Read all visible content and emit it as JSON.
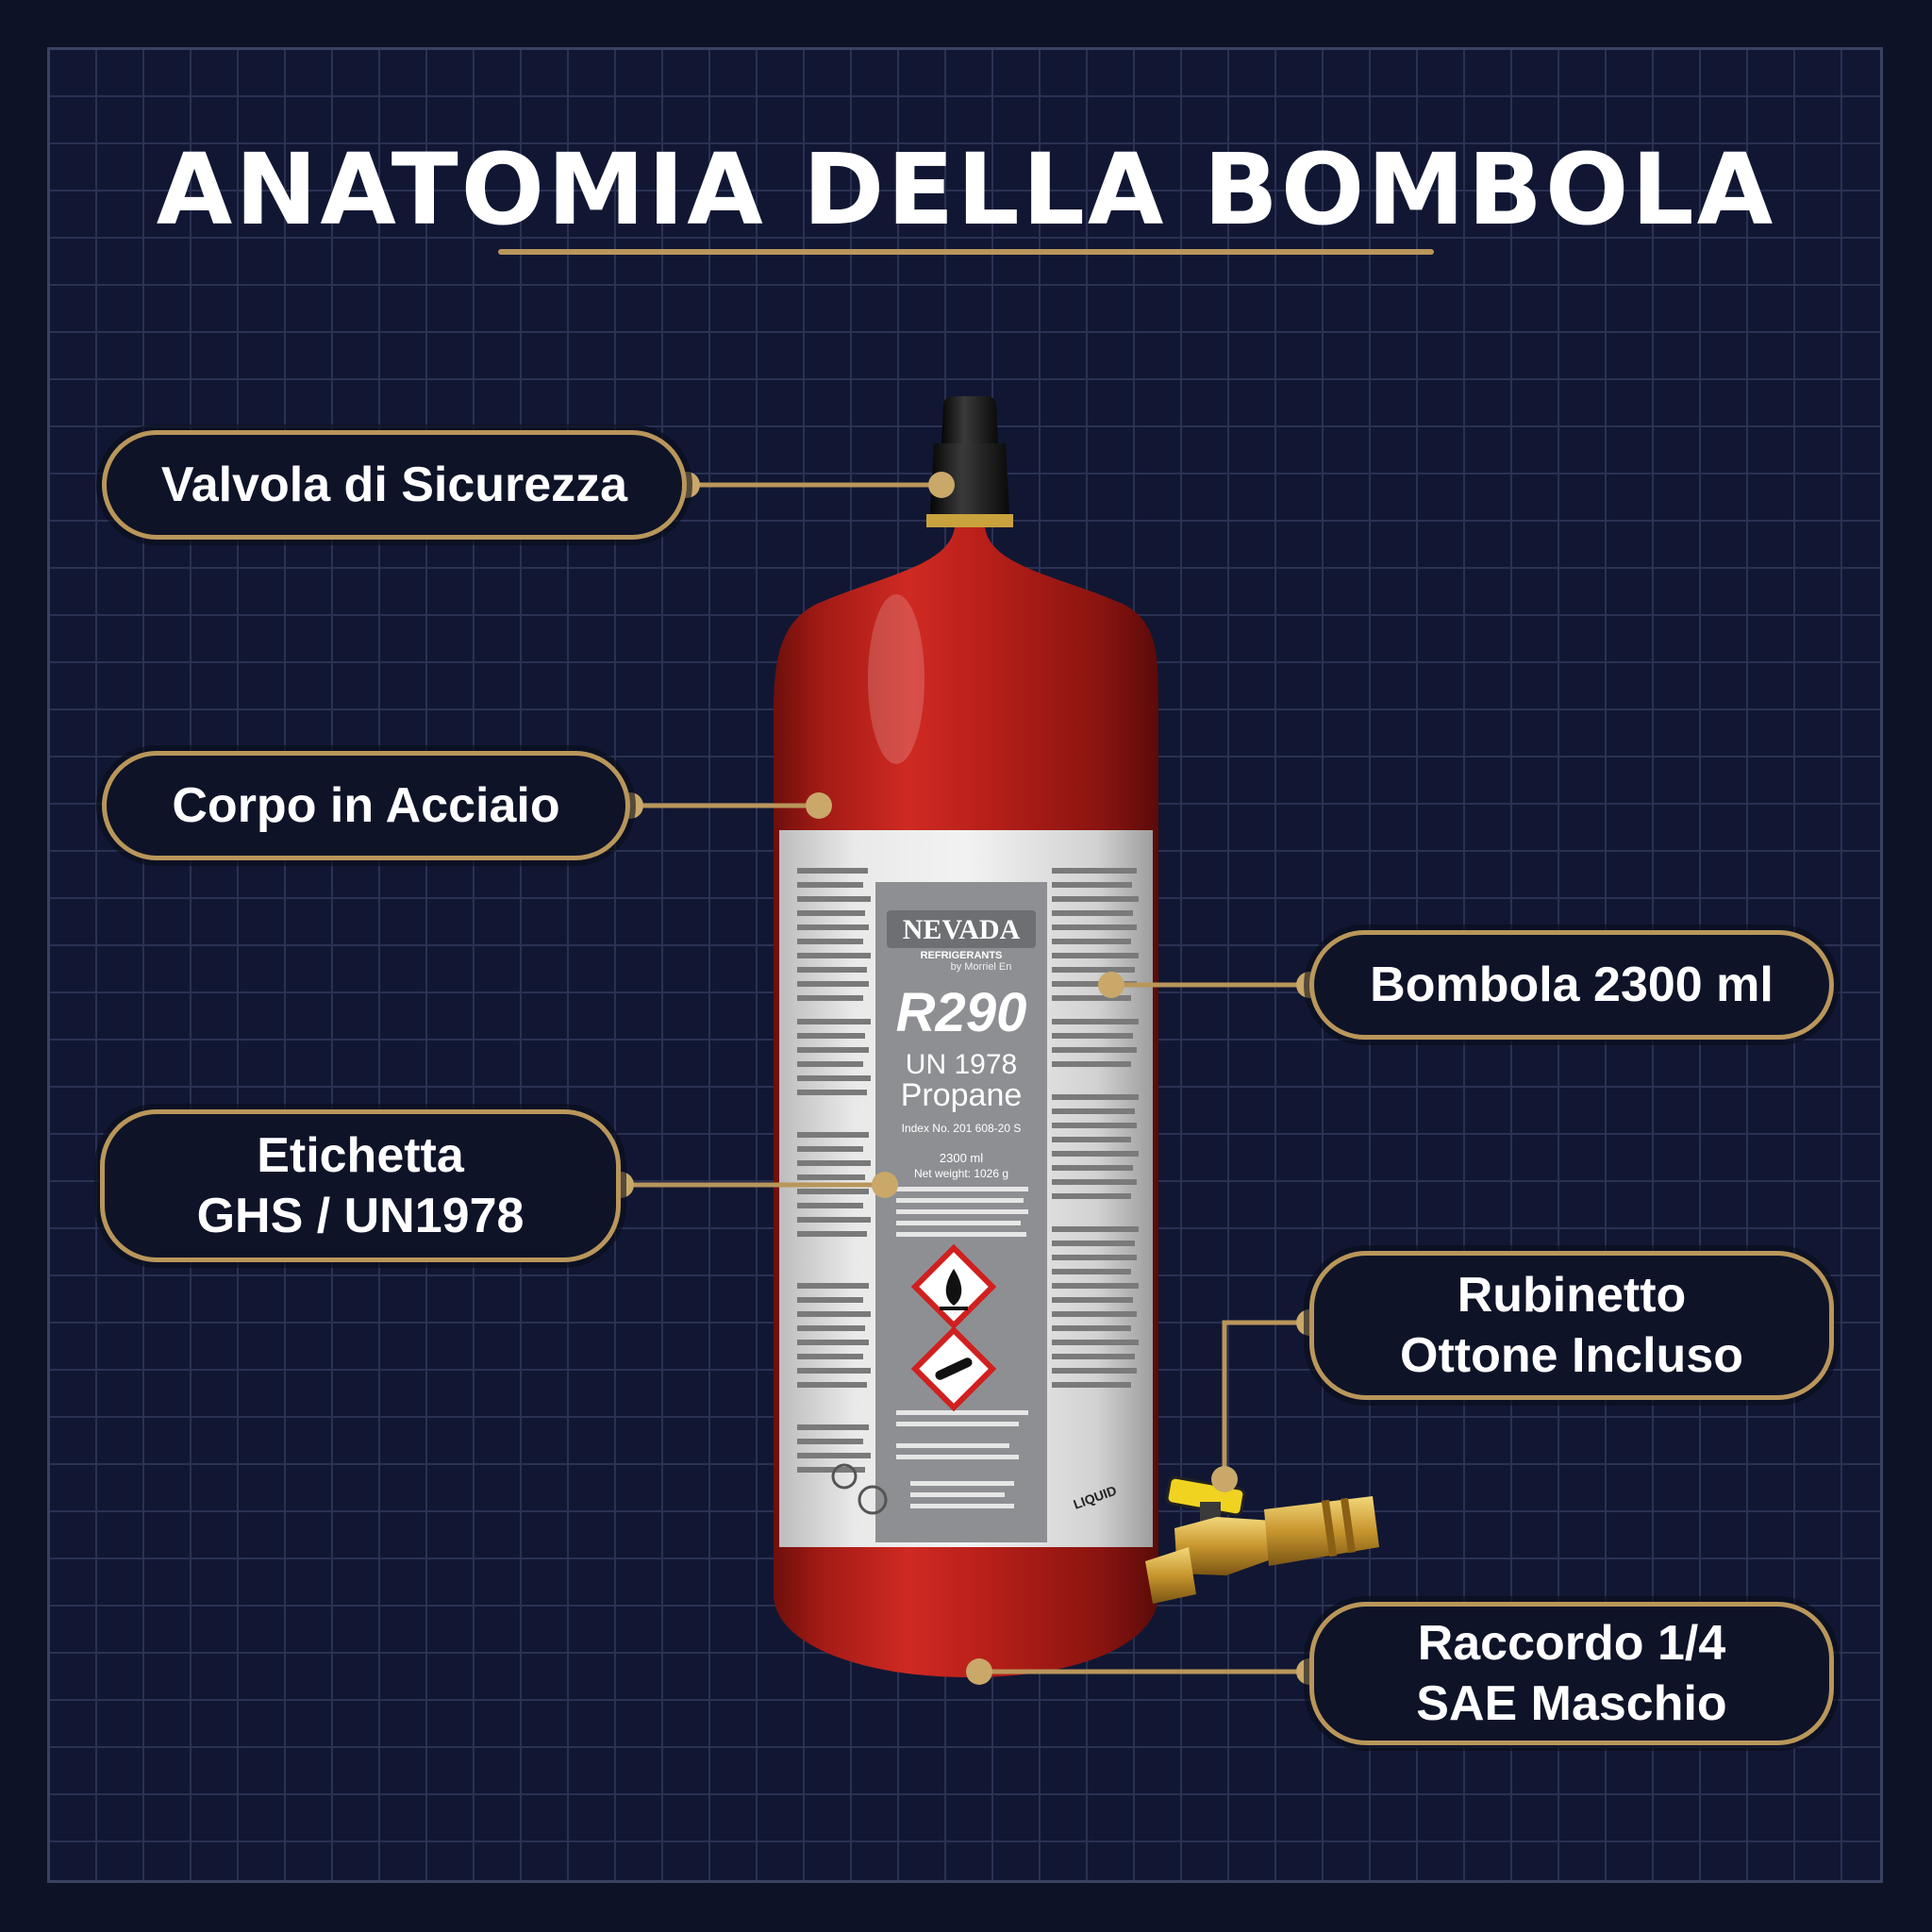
{
  "title": "ANATOMIA DELLA BOMBOLA",
  "callouts": {
    "valve": "Valvola di Sicurezza",
    "body": "Corpo in Acciaio",
    "label": "Etichetta\nGHS / UN1978",
    "capacity": "Bombola 2300 ml",
    "tap": "Rubinetto\nOttone Incluso",
    "fitting": "Raccordo 1/4\nSAE Maschio"
  },
  "cylinder_label": {
    "brand": "NEVADA",
    "brand_sub": "REFRIGERANTS",
    "brand_by": "by Morriel En",
    "gas": "R290",
    "un": "UN 1978",
    "name": "Propane",
    "index": "Index No. 201 608-20 S",
    "volume": "2300 ml",
    "weight": "Net weight: 1026 g",
    "liquid": "LIQUID"
  },
  "colors": {
    "background": "#0d1226",
    "grid": "#2a3152",
    "accent_gold": "#b9965a",
    "cylinder_red": "#b01d18",
    "label_gray": "#8d8f93"
  }
}
